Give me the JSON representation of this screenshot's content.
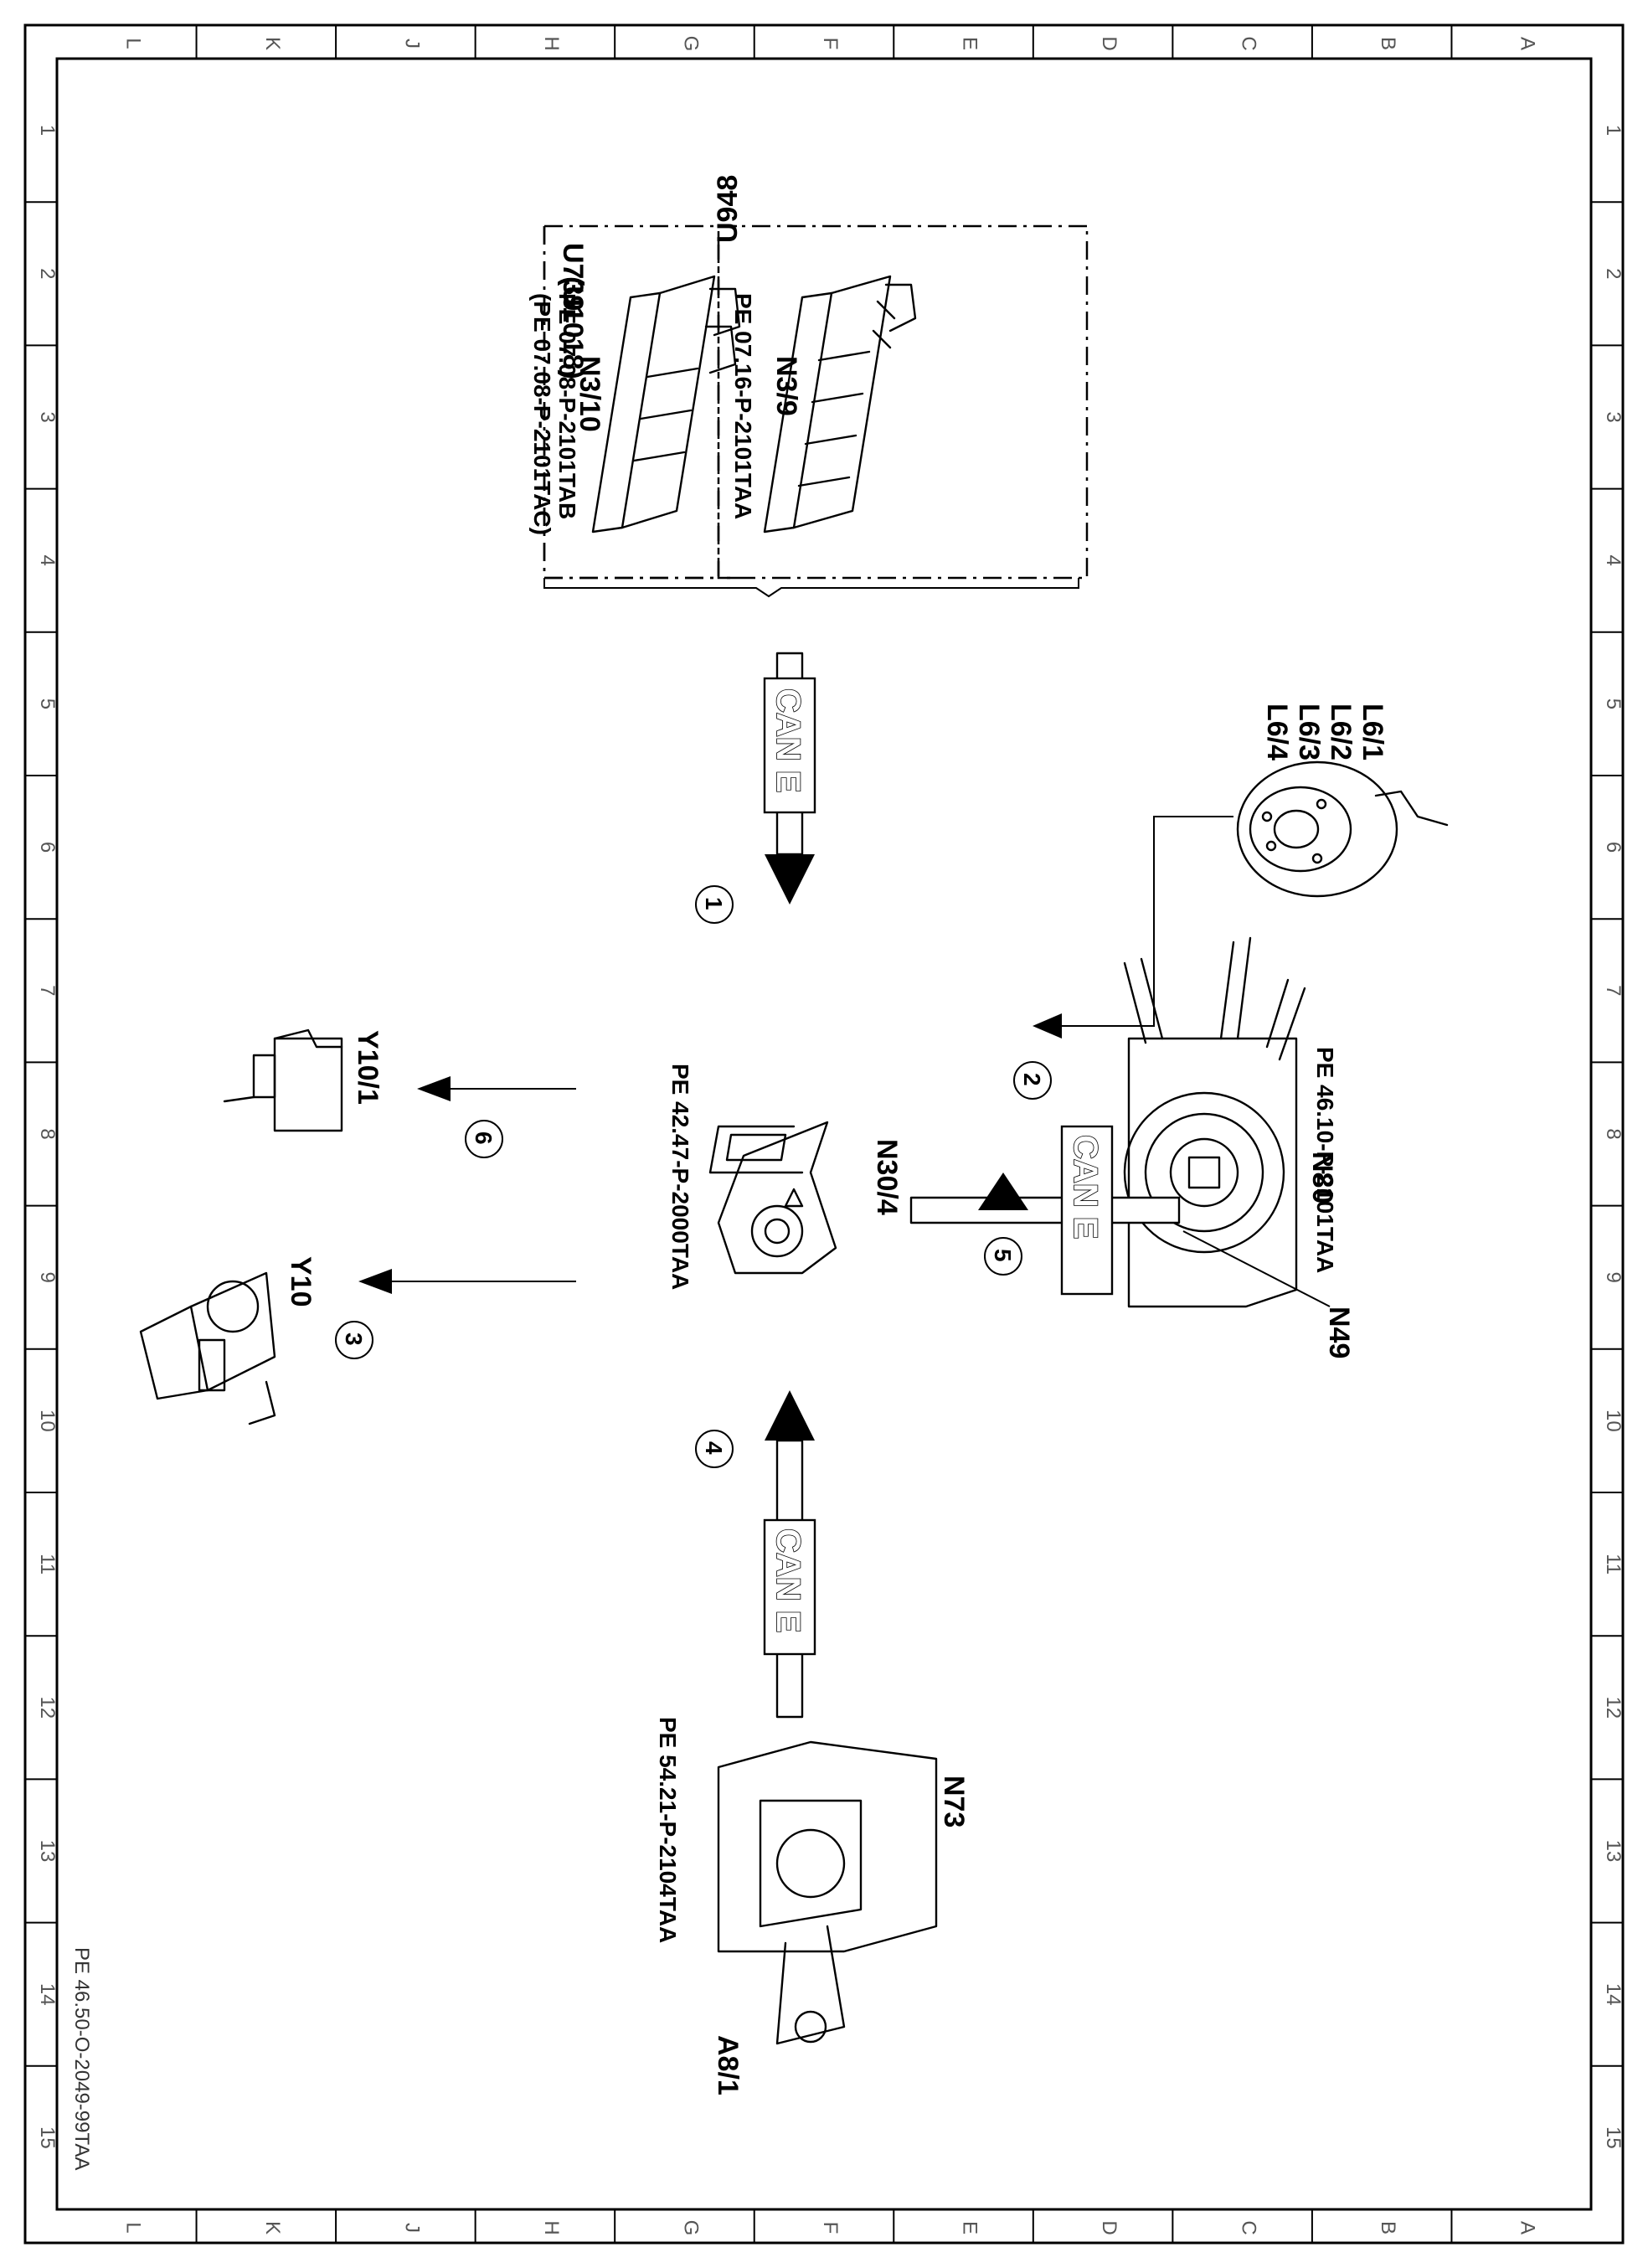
{
  "grid": {
    "letters": [
      "L",
      "K",
      "J",
      "H",
      "G",
      "F",
      "E",
      "D",
      "C",
      "B",
      "A"
    ],
    "numbers": [
      "1",
      "2",
      "3",
      "4",
      "5",
      "6",
      "7",
      "8",
      "9",
      "10",
      "11",
      "12",
      "13",
      "14",
      "15"
    ]
  },
  "doc_id": "PE 46.50-O-2049-99TAA",
  "group_box": {
    "left": {
      "code": "U948",
      "component": "N3/9",
      "refs": [
        "PE 07.16-P-2101TAA"
      ]
    },
    "right": {
      "codes": [
        "U739",
        "(U1018)"
      ],
      "component": "N3/10",
      "refs": [
        "PE 07.08-P-2101TAB",
        "(PE 07.08-P-2101TAC)"
      ]
    }
  },
  "bus_labels": [
    "CAN E",
    "CAN E",
    "CAN E"
  ],
  "steps": [
    "1",
    "2",
    "3",
    "4",
    "5",
    "6"
  ],
  "components": {
    "n30_4": {
      "label": "N30/4",
      "ref": "PE 42.47-P-2000TAA"
    },
    "n80": {
      "label": "N80",
      "ref": "PE 46.10-P-2101TAA",
      "pointer": "N49"
    },
    "l6": {
      "labels": [
        "L6/1",
        "L6/2",
        "L6/3",
        "L6/4"
      ]
    },
    "n73": {
      "label": "N73",
      "ref": "PE 54.21-P-2104TAA",
      "key": "A8/1"
    },
    "y10_1": {
      "label": "Y10/1"
    },
    "y10": {
      "label": "Y10"
    }
  },
  "colors": {
    "line": "#000000",
    "background": "#ffffff"
  }
}
